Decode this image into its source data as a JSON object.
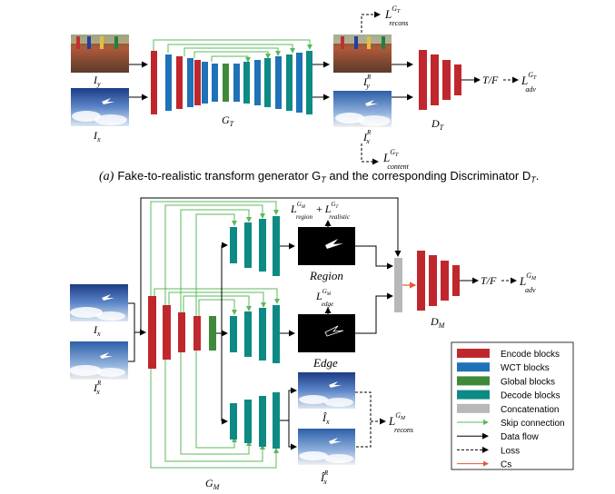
{
  "caption_a": {
    "label": "(a)",
    "text": "Fake-to-realistic transform generator G",
    "sub1": "T",
    "mid": " and the corresponding Discriminator D",
    "sub2": "T",
    "end": "."
  },
  "panel_a": {
    "input_top": {
      "main": "I",
      "sub": "y"
    },
    "input_bottom": {
      "main": "I",
      "sub": "x"
    },
    "output_top": {
      "main": "I",
      "sup": "R",
      "sub": "y"
    },
    "output_bottom": {
      "main": "I",
      "sup": "R",
      "sub": "x"
    },
    "generator": {
      "main": "G",
      "sub": "T"
    },
    "discriminator": {
      "main": "D",
      "sub": "T"
    },
    "tf": "T/F",
    "loss_recons": {
      "main": "L",
      "sup": "G",
      "supsub": "T",
      "sub": "recons"
    },
    "loss_adv": {
      "main": "L",
      "sup": "G",
      "supsub": "T",
      "sub": "adv"
    },
    "loss_content": {
      "main": "L",
      "sup": "G",
      "supsub": "T",
      "sub": "content"
    }
  },
  "panel_b": {
    "input_top": {
      "main": "I",
      "sub": "x"
    },
    "input_bottom": {
      "main": "I",
      "sup": "R",
      "sub": "x"
    },
    "generator": {
      "main": "G",
      "sub": "M"
    },
    "discriminator": {
      "main": "D",
      "sub": "M"
    },
    "region_label": "Region",
    "edge_label": "Edge",
    "out_hat_x": {
      "main": "Î",
      "sub": "x"
    },
    "out_hat_xr": {
      "main": "Î",
      "sup": "R",
      "sub": "x"
    },
    "tf": "T/F",
    "loss_region": {
      "main": "L",
      "sup": "G",
      "supsub": "M",
      "sub": "region"
    },
    "loss_plus": "+",
    "loss_realistic": {
      "main": "L",
      "sup": "G",
      "supsub": "T",
      "sub": "realistic"
    },
    "loss_edge": {
      "main": "L",
      "sup": "G",
      "supsub": "M",
      "sub": "edge"
    },
    "loss_adv": {
      "main": "L",
      "sup": "G",
      "supsub": "M",
      "sub": "adv"
    },
    "loss_recons": {
      "main": "L",
      "sup": "G",
      "supsub": "M",
      "sub": "recons"
    }
  },
  "legend": {
    "items": [
      {
        "label": "Encode blocks",
        "kind": "box",
        "color": "#c0272d"
      },
      {
        "label": "WCT blocks",
        "kind": "box",
        "color": "#1f72b8"
      },
      {
        "label": "Global blocks",
        "kind": "box",
        "color": "#3f8a3a"
      },
      {
        "label": "Decode blocks",
        "kind": "box",
        "color": "#0e8a84"
      },
      {
        "label": "Concatenation",
        "kind": "box",
        "color": "#b8b8b8"
      },
      {
        "label": "Skip connection",
        "kind": "arrow",
        "color": "#5cb85c"
      },
      {
        "label": "Data flow",
        "kind": "arrow",
        "color": "#000000"
      },
      {
        "label": "Loss",
        "kind": "dash",
        "color": "#000000"
      },
      {
        "label": "Cs",
        "kind": "arrow",
        "color": "#e8553c"
      }
    ]
  },
  "colors": {
    "encode": "#c0272d",
    "wct": "#1f72b8",
    "global": "#3f8a3a",
    "decode": "#0e8a84",
    "concat": "#b8b8b8",
    "skip": "#5cb85c",
    "cs": "#e8553c"
  }
}
